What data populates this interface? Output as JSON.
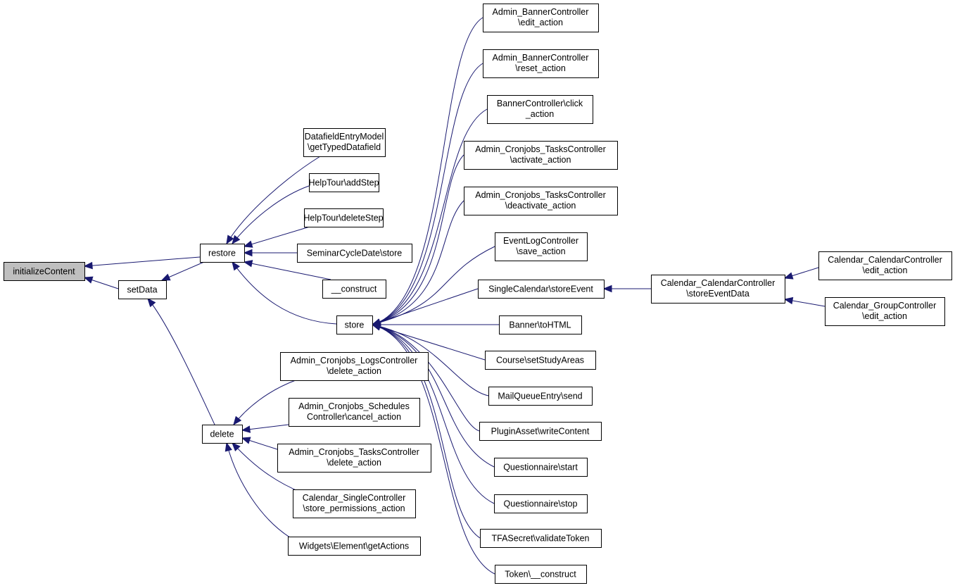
{
  "nodes": {
    "initializeContent": [
      "initializeContent"
    ],
    "setData": [
      "setData"
    ],
    "restore": [
      "restore"
    ],
    "delete": [
      "delete"
    ],
    "store": [
      "store"
    ],
    "datafield": [
      "DatafieldEntryModel",
      "\\getTypedDatafield"
    ],
    "addStep": [
      "HelpTour\\addStep"
    ],
    "deleteStep": [
      "HelpTour\\deleteStep"
    ],
    "seminarStore": [
      "SeminarCycleDate\\store"
    ],
    "construct": [
      "__construct"
    ],
    "logsDelete": [
      "Admin_Cronjobs_LogsController",
      "\\delete_action"
    ],
    "schedCancel": [
      "Admin_Cronjobs_Schedules",
      "Controller\\cancel_action"
    ],
    "tasksDelete": [
      "Admin_Cronjobs_TasksController",
      "\\delete_action"
    ],
    "singleStorePerm": [
      "Calendar_SingleController",
      "\\store_permissions_action"
    ],
    "widgetsActions": [
      "Widgets\\Element\\getActions"
    ],
    "bannerEdit": [
      "Admin_BannerController",
      "\\edit_action"
    ],
    "bannerReset": [
      "Admin_BannerController",
      "\\reset_action"
    ],
    "bannerClick": [
      "BannerController\\click",
      "_action"
    ],
    "tasksActivate": [
      "Admin_Cronjobs_TasksController",
      "\\activate_action"
    ],
    "tasksDeactivate": [
      "Admin_Cronjobs_TasksController",
      "\\deactivate_action"
    ],
    "eventLogSave": [
      "EventLogController",
      "\\save_action"
    ],
    "singleStoreEvent": [
      "SingleCalendar\\storeEvent"
    ],
    "bannerHtml": [
      "Banner\\toHTML"
    ],
    "courseAreas": [
      "Course\\setStudyAreas"
    ],
    "mailSend": [
      "MailQueueEntry\\send"
    ],
    "pluginWrite": [
      "PluginAsset\\writeContent"
    ],
    "questStart": [
      "Questionnaire\\start"
    ],
    "questStop": [
      "Questionnaire\\stop"
    ],
    "tfaValidate": [
      "TFASecret\\validateToken"
    ],
    "tokenConstruct": [
      "Token\\__construct"
    ],
    "storeEventData": [
      "Calendar_CalendarController",
      "\\storeEventData"
    ],
    "calEdit": [
      "Calendar_CalendarController",
      "\\edit_action"
    ],
    "groupEdit": [
      "Calendar_GroupController",
      "\\edit_action"
    ]
  }
}
